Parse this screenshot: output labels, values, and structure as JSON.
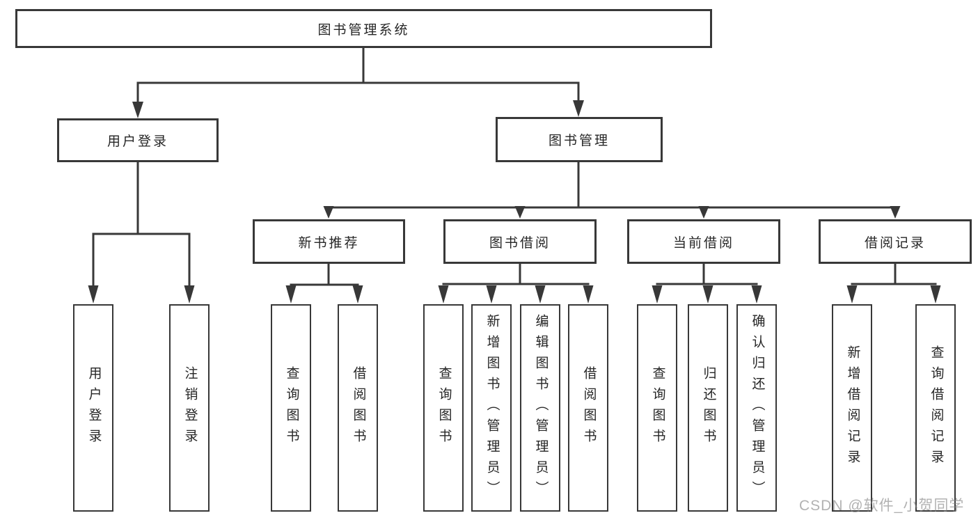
{
  "colors": {
    "line": "#383838",
    "node_border": "#383838",
    "node_background": "#ffffff",
    "text": "#262626",
    "watermark": "#b0b0b0",
    "background": "#ffffff"
  },
  "diagram": {
    "root": {
      "label": "图书管理系统"
    },
    "branches": [
      {
        "label": "用户登录",
        "children": [
          {
            "label": "用户登录"
          },
          {
            "label": "注销登录"
          }
        ]
      },
      {
        "label": "图书管理",
        "children": [
          {
            "label": "新书推荐",
            "children": [
              {
                "label": "查询图书"
              },
              {
                "label": "借阅图书"
              }
            ]
          },
          {
            "label": "图书借阅",
            "children": [
              {
                "label": "查询图书"
              },
              {
                "label": "新增图书（管理员）"
              },
              {
                "label": "编辑图书（管理员）"
              },
              {
                "label": "借阅图书"
              }
            ]
          },
          {
            "label": "当前借阅",
            "children": [
              {
                "label": "查询图书"
              },
              {
                "label": "归还图书"
              },
              {
                "label": "确认归还（管理员）"
              }
            ]
          },
          {
            "label": "借阅记录",
            "children": [
              {
                "label": "新增借阅记录"
              },
              {
                "label": "查询借阅记录"
              }
            ]
          }
        ]
      }
    ]
  },
  "watermark": {
    "text": "CSDN @软件_小贺同学"
  }
}
